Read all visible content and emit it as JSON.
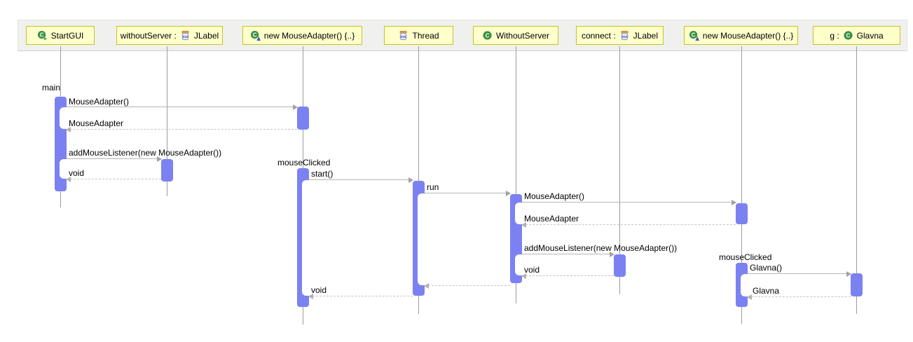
{
  "participants": [
    {
      "prefix": "",
      "name": "StartGUI",
      "icon": "class-run"
    },
    {
      "prefix": "withoutServer :",
      "name": "JLabel",
      "icon": "field"
    },
    {
      "prefix": "",
      "name": "new MouseAdapter() {..}",
      "icon": "anonymous-class"
    },
    {
      "prefix": "",
      "name": "Thread",
      "icon": "field"
    },
    {
      "prefix": "",
      "name": "WithoutServer",
      "icon": "class"
    },
    {
      "prefix": "connect :",
      "name": "JLabel",
      "icon": "field"
    },
    {
      "prefix": "",
      "name": "new MouseAdapter() {..}",
      "icon": "anonymous-class"
    },
    {
      "prefix": "g :",
      "name": "Glavna",
      "icon": "class"
    }
  ],
  "labels": {
    "main": "main",
    "mouse_clicked_1": "mouseClicked",
    "mouse_clicked_2": "mouseClicked"
  },
  "messages": [
    {
      "label": "MouseAdapter()",
      "kind": "call"
    },
    {
      "label": "MouseAdapter",
      "kind": "return"
    },
    {
      "label": "addMouseListener(new MouseAdapter())",
      "kind": "call"
    },
    {
      "label": "void",
      "kind": "return"
    },
    {
      "label": "start()",
      "kind": "call"
    },
    {
      "label": "run",
      "kind": "call"
    },
    {
      "label": "MouseAdapter()",
      "kind": "call"
    },
    {
      "label": "MouseAdapter",
      "kind": "return"
    },
    {
      "label": "addMouseListener(new MouseAdapter())",
      "kind": "call"
    },
    {
      "label": "void",
      "kind": "return"
    },
    {
      "label": "",
      "kind": "return"
    },
    {
      "label": "void",
      "kind": "return"
    },
    {
      "label": "Glavna()",
      "kind": "call"
    },
    {
      "label": "Glavna",
      "kind": "return"
    }
  ],
  "colors": {
    "activation": "#7c81f2",
    "participant_fill": "#ffffcc",
    "participant_border": "#c2c61f",
    "header_strip": "#f0f0ef",
    "call_line": "#b5b5b5",
    "return_line": "#c4c4c4",
    "lifeline": "#9b9b9b"
  }
}
